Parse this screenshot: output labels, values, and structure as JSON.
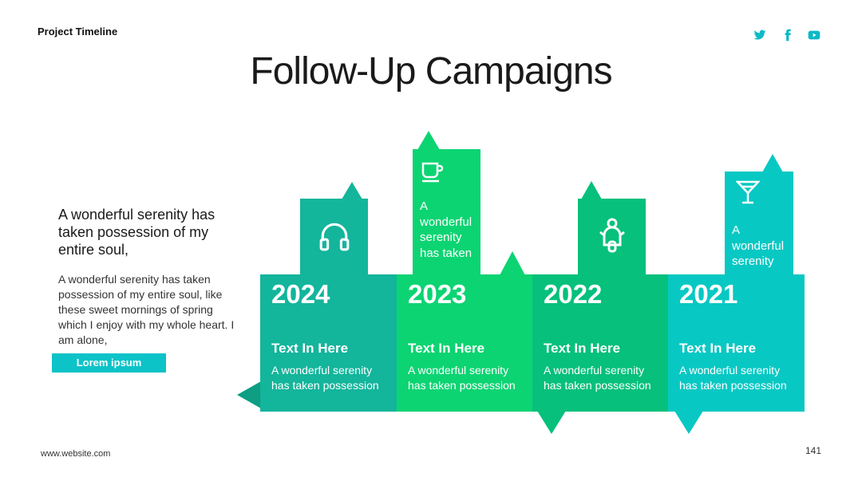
{
  "header": {
    "brand": "Project Timeline",
    "title": "Follow-Up Campaigns"
  },
  "social": {
    "icons": [
      "twitter-icon",
      "facebook-icon",
      "youtube-icon"
    ]
  },
  "intro": {
    "heading": "A wonderful serenity has taken possession of my entire soul,",
    "body": "A wonderful serenity has taken possession of my entire soul, like these sweet mornings of spring which I enjoy with my whole heart. I am alone,",
    "button": "Lorem ipsum"
  },
  "timeline": [
    {
      "year": "2024",
      "heading": "Text In Here",
      "desc": "A wonderful serenity has taken possession",
      "color": "#13b59b",
      "tab_icon": "headphones-icon",
      "tab_text": ""
    },
    {
      "year": "2023",
      "heading": "Text In Here",
      "desc": "A wonderful serenity has taken possession",
      "color": "#0cd472",
      "tab_icon": "coffee-cup-icon",
      "tab_text": "A wonderful serenity has taken"
    },
    {
      "year": "2022",
      "heading": "Text In Here",
      "desc": "A wonderful serenity has taken possession",
      "color": "#06c07c",
      "tab_icon": "scooter-icon",
      "tab_text": ""
    },
    {
      "year": "2021",
      "heading": "Text In Here",
      "desc": "A wonderful serenity has taken possession",
      "color": "#08c8c3",
      "tab_icon": "cocktail-icon",
      "tab_text": "A wonderful serenity"
    }
  ],
  "footer": {
    "url": "www.website.com",
    "page": "141"
  },
  "colors": {
    "accent": "#0cc3c8",
    "twitter": "#0bb9c6"
  }
}
